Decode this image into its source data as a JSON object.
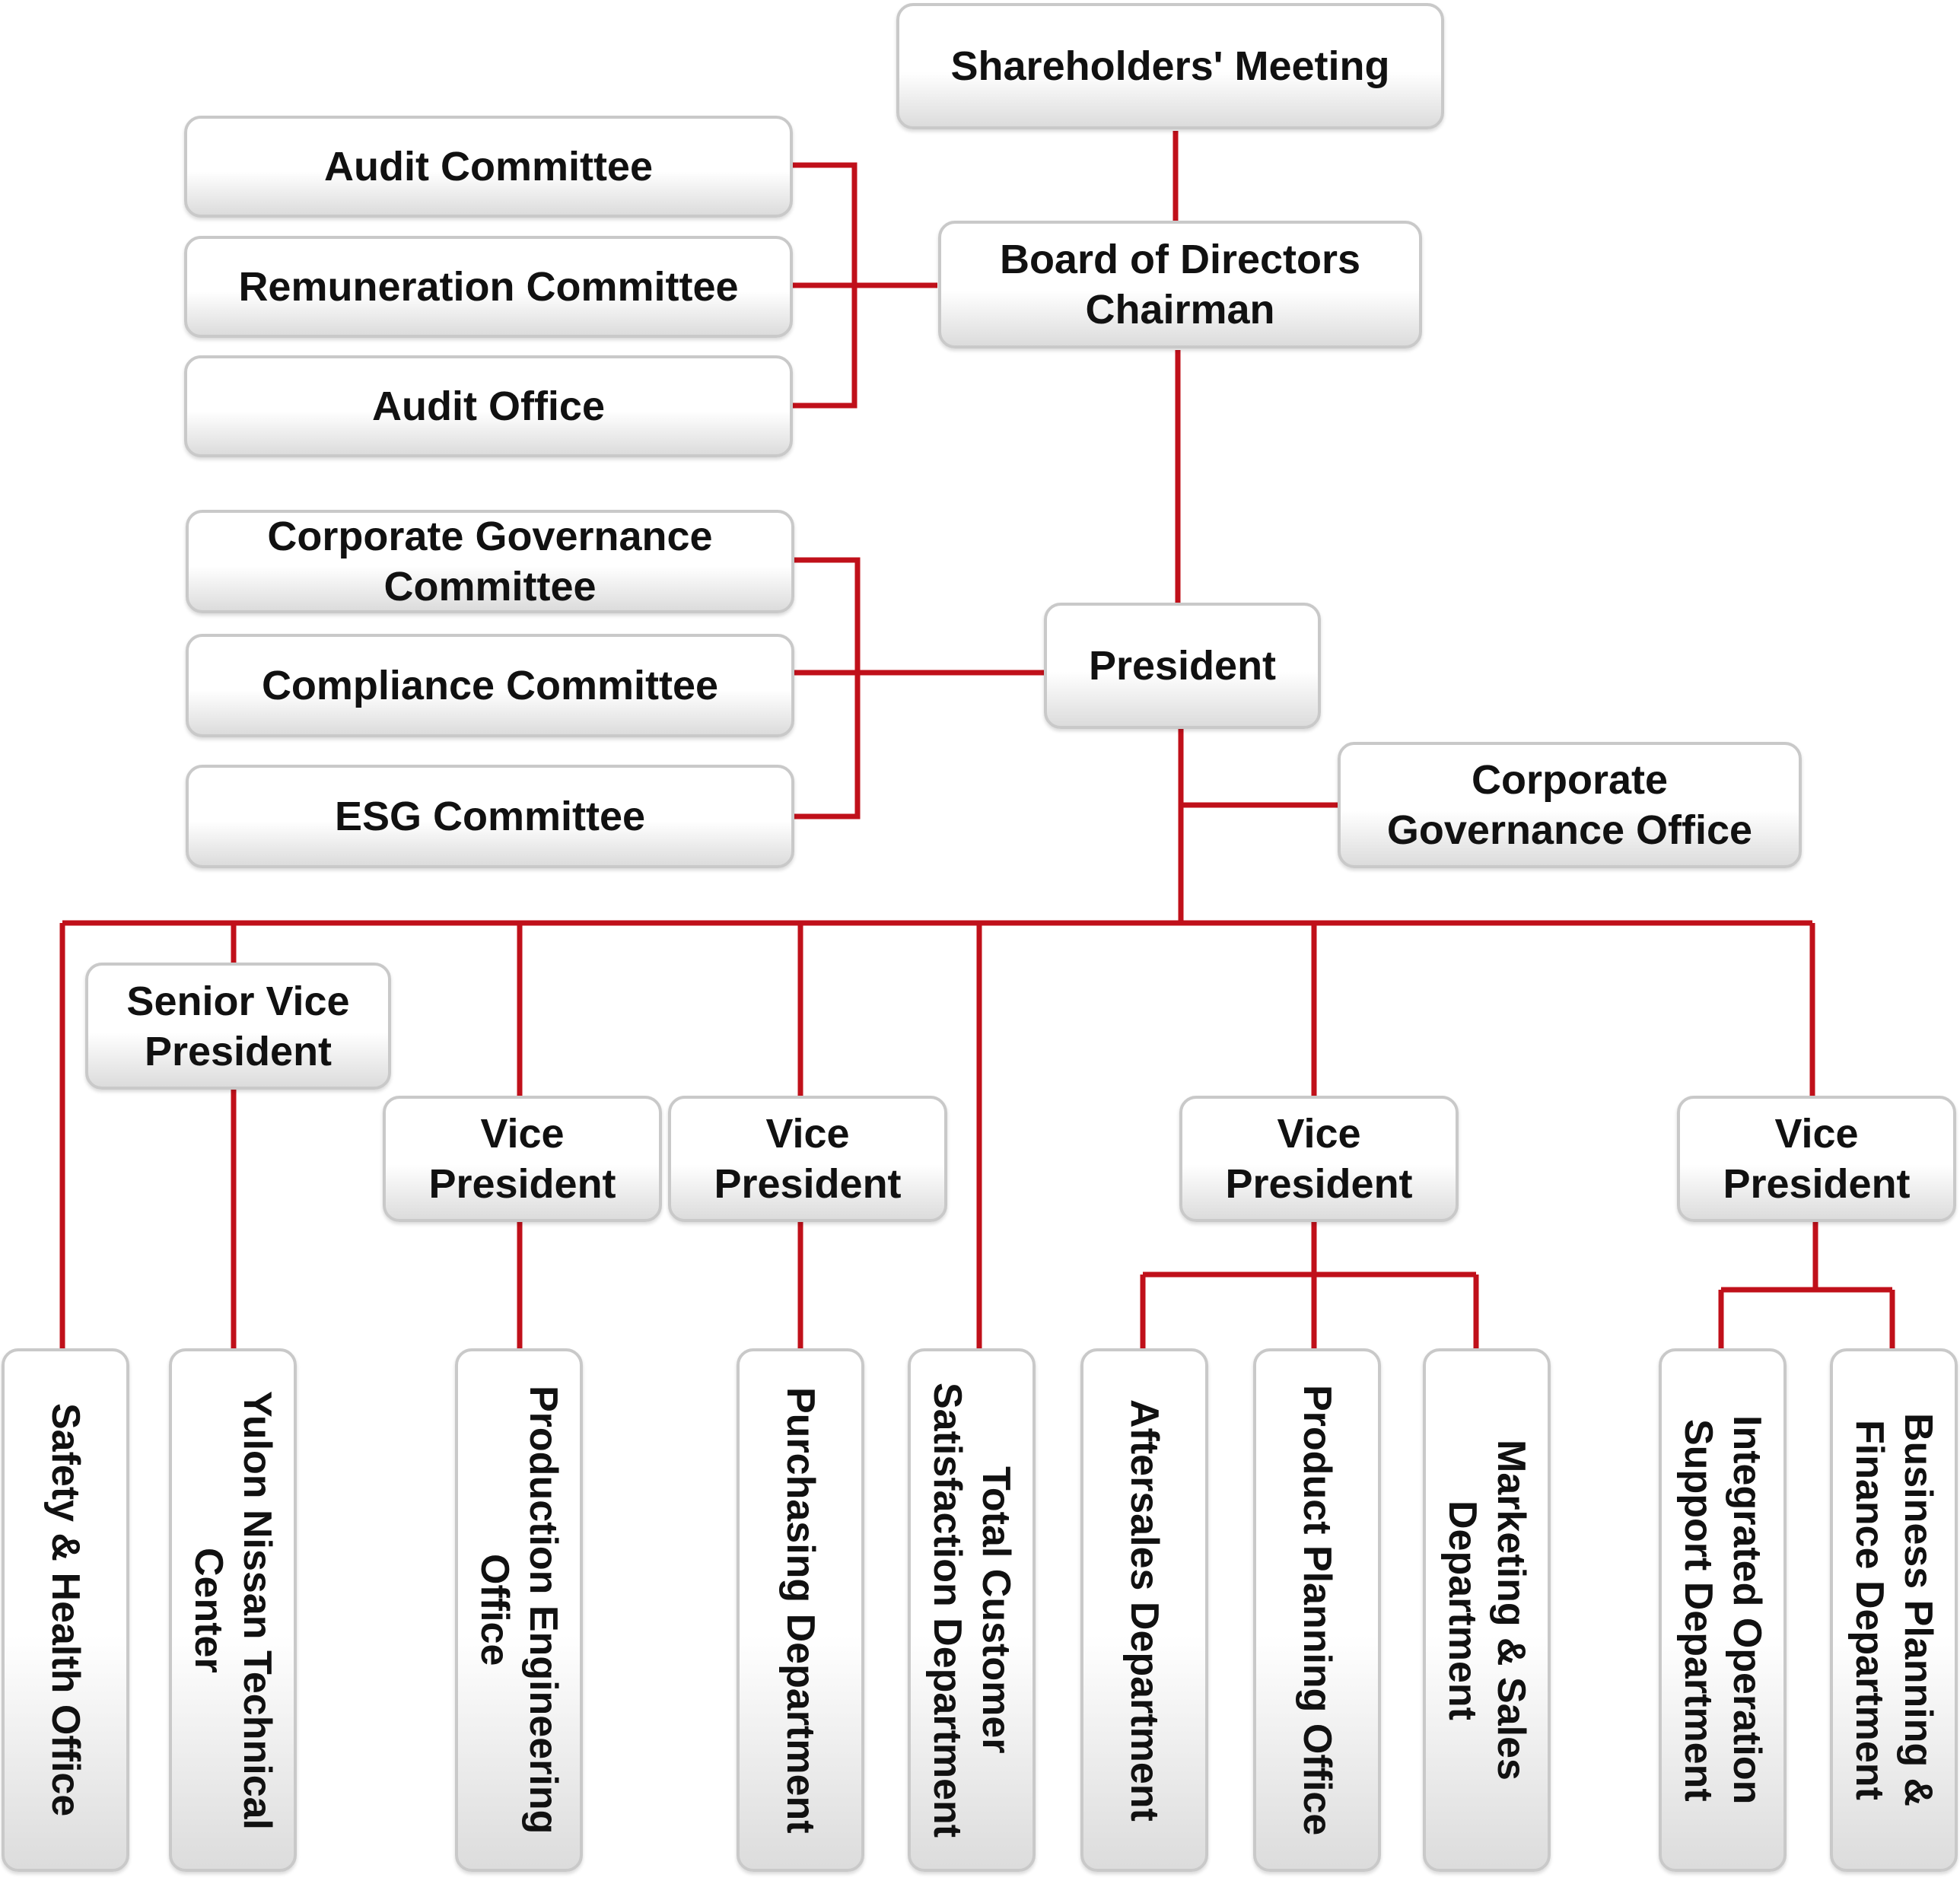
{
  "colors": {
    "connector": "#c0101a",
    "box_border": "#c9c9c9"
  },
  "nodes": {
    "shareholders": "Shareholders' Meeting",
    "board": "Board of Directors\nChairman",
    "audit_committee": "Audit Committee",
    "remuneration_committee": "Remuneration Committee",
    "audit_office": "Audit Office",
    "corp_gov_committee": "Corporate Governance\nCommittee",
    "compliance_committee": "Compliance Committee",
    "esg_committee": "ESG Committee",
    "president": "President",
    "corp_gov_office": "Corporate\nGovernance Office",
    "svp": "Senior Vice\nPresident",
    "vp1": "Vice\nPresident",
    "vp2": "Vice\nPresident",
    "vp3": "Vice\nPresident",
    "vp4": "Vice\nPresident",
    "safety": "Safety & Health Office",
    "technical_center": "Yulon Nissan Technical\nCenter",
    "production_eng": "Production Engineering\nOffice",
    "purchasing": "Purchasing Department",
    "customer_satisfaction": "Total Customer\nSatisfaction Department",
    "aftersales": "Aftersales Department",
    "product_planning": "Product Planning Office",
    "marketing_sales": "Marketing & Sales\nDepartment",
    "integrated_operation": "Integrated Operation\nSupport Department",
    "business_planning": "Business Planning &\nFinance Department"
  }
}
